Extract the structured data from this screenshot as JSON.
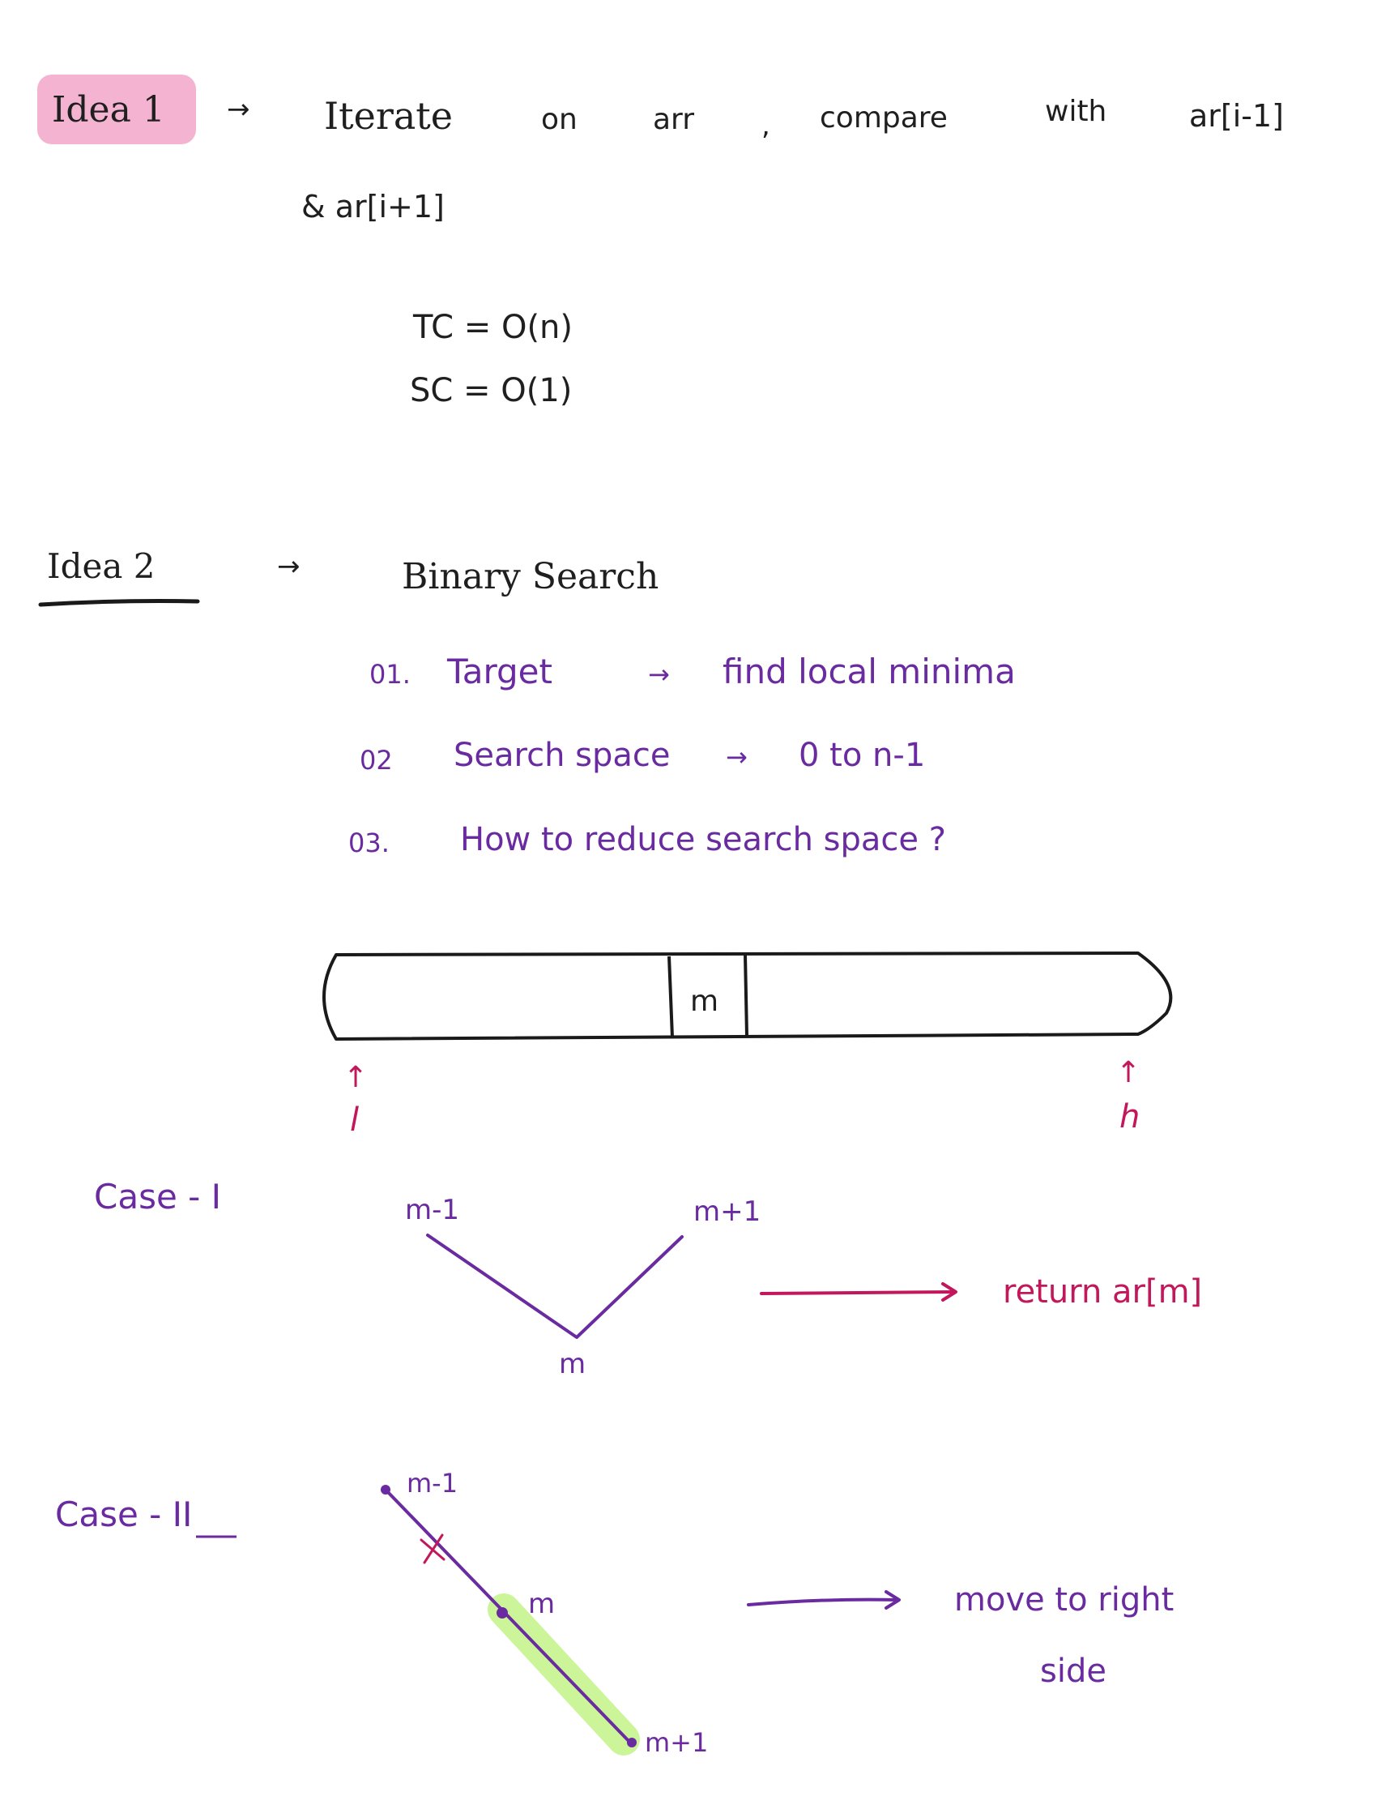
{
  "idea1": {
    "label": "Idea 1",
    "arrow": "→",
    "line1": [
      "Iterate",
      "on",
      "arr",
      ",",
      "compare",
      "with",
      "ar[i-1]"
    ],
    "line2": "& ar[i+1]",
    "tc": "TC = O(n)",
    "sc": "SC = O(1)",
    "highlight_color": "#f4b3d0"
  },
  "idea2": {
    "label": "Idea 2",
    "arrow": "→",
    "title": "Binary Search",
    "steps": [
      {
        "num": "01.",
        "text": "Target",
        "arrow": "→",
        "detail": "find local minima"
      },
      {
        "num": "02",
        "text": "Search space",
        "arrow": "→",
        "detail": "0 to n-1"
      },
      {
        "num": "03.",
        "text": "How to reduce search space ?"
      }
    ]
  },
  "array_diagram": {
    "mid_label": "m",
    "low_arrow": "↑",
    "low_label": "l",
    "high_arrow": "↑",
    "high_label": "h"
  },
  "case1": {
    "label": "Case - I",
    "left_label": "m-1",
    "right_label": "m+1",
    "bottom_label": "m",
    "result": "return ar[m]"
  },
  "case2": {
    "label": "Case - II",
    "top_label": "m-1",
    "mid_label": "m",
    "bottom_label": "m+1",
    "result_line1": "move to right",
    "result_line2": "side",
    "highlight_color": "#ccf59a"
  },
  "colors": {
    "black_ink": "#1f1f1f",
    "purple_ink": "#6a2ba0",
    "crimson_ink": "#c2185b"
  }
}
